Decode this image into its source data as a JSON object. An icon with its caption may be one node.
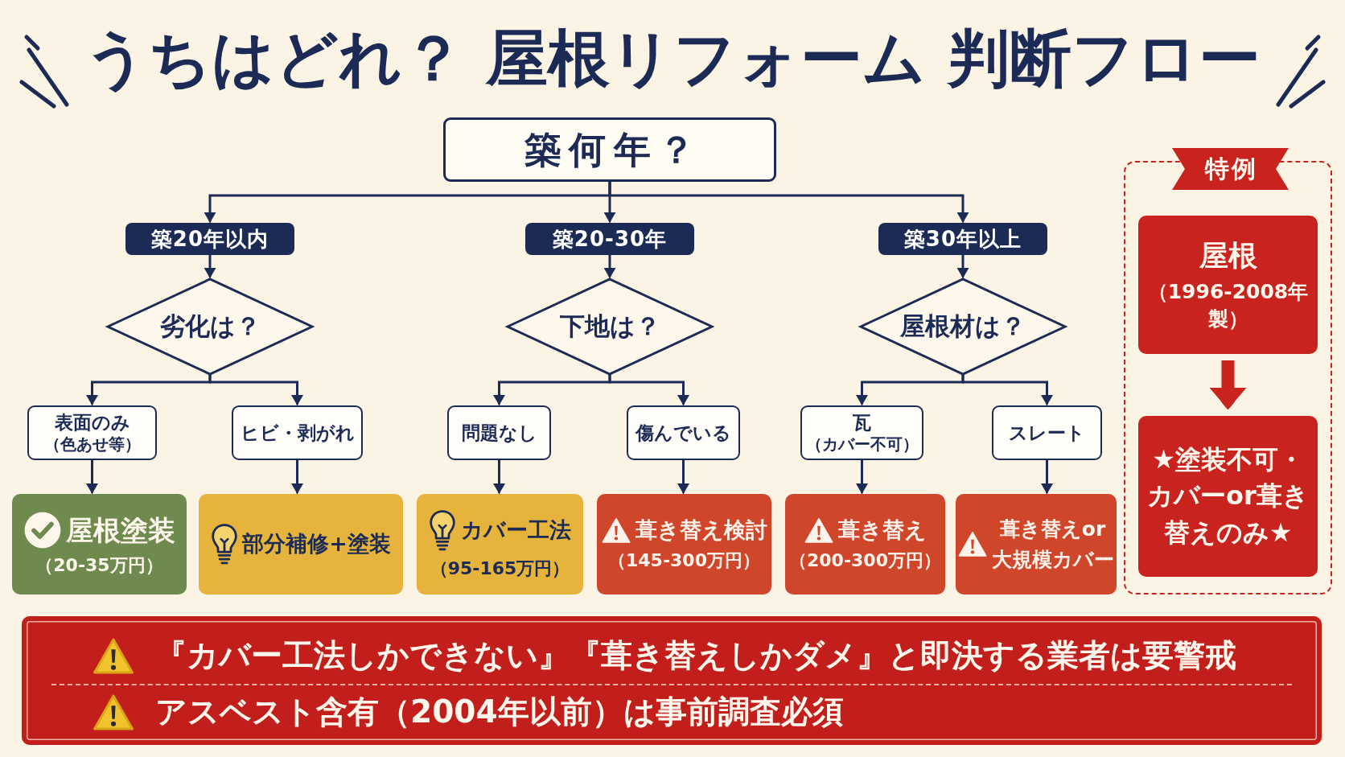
{
  "diagram": {
    "title": "うちはどれ？ 屋根リフォーム 判断フロー",
    "nodes": [
      {
        "text": [
          "築何年？"
        ]
      },
      {
        "text": [
          "築20年以内"
        ]
      },
      {
        "text": [
          "築20-30年"
        ]
      },
      {
        "text": [
          "築30年以上"
        ]
      },
      {
        "text": [
          "劣化は？"
        ]
      },
      {
        "text": [
          "下地は？"
        ]
      },
      {
        "text": [
          "屋根材は？"
        ]
      },
      {
        "text": [
          "表面のみ",
          "（色あせ等）"
        ]
      },
      {
        "text": [
          "ヒビ・剥がれ"
        ]
      },
      {
        "text": [
          "問題なし"
        ]
      },
      {
        "text": [
          "傷んでいる"
        ]
      },
      {
        "text": [
          "瓦",
          "（カバー不可）"
        ]
      },
      {
        "text": [
          "スレート"
        ]
      },
      {
        "text": [
          "屋根塗装",
          "（20-35万円）"
        ]
      },
      {
        "text": [
          "部分補修+塗装"
        ]
      },
      {
        "text": [
          "カバー工法",
          "（95-165万円）"
        ]
      },
      {
        "text": [
          "葺き替え検討",
          "（145-300万円）"
        ]
      },
      {
        "text": [
          "葺き替え",
          "（200-300万円）"
        ]
      },
      {
        "text": [
          "葺き替えor大規模カバー"
        ]
      },
      {
        "text": [
          "特例"
        ]
      },
      {
        "text": [
          "屋根",
          "（1996-2008年製）"
        ],
        "in": 19
      },
      {
        "text": [
          "★塗装不可・カバーor葺き替えのみ★"
        ],
        "in": 19
      },
      {
        "text": [
          "『カバー工法しかできない』『葺き替えしかダメ』と即決する業者は要警戒",
          "アスベスト含有（2004年以前）は事前調査必須"
        ]
      }
    ],
    "edges": [
      {
        "from": 0,
        "to": 1,
        "arrow": "to"
      },
      {
        "from": 0,
        "to": 2,
        "arrow": "to"
      },
      {
        "from": 0,
        "to": 3,
        "arrow": "to"
      },
      {
        "from": 1,
        "to": 4,
        "arrow": "to"
      },
      {
        "from": 2,
        "to": 5,
        "arrow": "to"
      },
      {
        "from": 3,
        "to": 6,
        "arrow": "to"
      },
      {
        "from": 4,
        "to": 7,
        "arrow": "to"
      },
      {
        "from": 4,
        "to": 8,
        "arrow": "to"
      },
      {
        "from": 5,
        "to": 9,
        "arrow": "to"
      },
      {
        "from": 5,
        "to": 10,
        "arrow": "to"
      },
      {
        "from": 6,
        "to": 11,
        "arrow": "to"
      },
      {
        "from": 6,
        "to": 12,
        "arrow": "to"
      },
      {
        "from": 7,
        "to": 13,
        "arrow": "to"
      },
      {
        "from": 8,
        "to": 14,
        "arrow": "to"
      },
      {
        "from": 9,
        "to": 15,
        "arrow": "to"
      },
      {
        "from": 10,
        "to": 16,
        "arrow": "to"
      },
      {
        "from": 11,
        "to": 17,
        "arrow": "to"
      },
      {
        "from": 12,
        "to": 18,
        "arrow": "to"
      },
      {
        "from": 20,
        "to": 21,
        "arrow": "to",
        "style": "thick",
        "color": "#c9231f"
      }
    ]
  }
}
